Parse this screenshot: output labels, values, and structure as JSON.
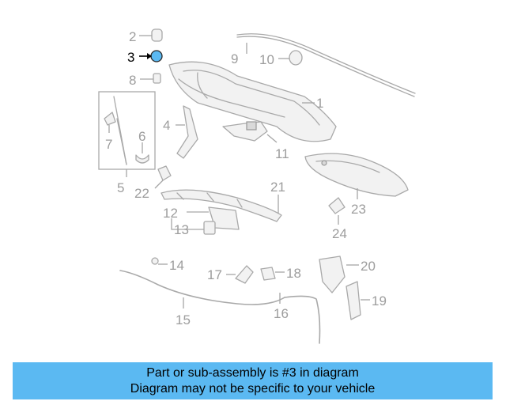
{
  "callouts": {
    "c1": "1",
    "c2": "2",
    "c3": "3",
    "c4": "4",
    "c5": "5",
    "c6": "6",
    "c7": "7",
    "c8": "8",
    "c9": "9",
    "c10": "10",
    "c11": "11",
    "c12": "12",
    "c13": "13",
    "c14": "14",
    "c15": "15",
    "c16": "16",
    "c17": "17",
    "c18": "18",
    "c19": "19",
    "c20": "20",
    "c21": "21",
    "c22": "22",
    "c23": "23",
    "c24": "24"
  },
  "highlight": {
    "part_number": "3",
    "color": "#5bb9f2"
  },
  "banner": {
    "line1": "Part or sub-assembly is #3 in diagram",
    "line2": "Diagram may not be specific to your vehicle",
    "background": "#5bb9f2"
  }
}
